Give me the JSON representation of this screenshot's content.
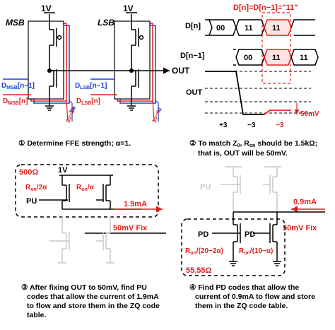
{
  "panel1": {
    "vdd": "1V",
    "msb": "MSB",
    "lsb": "LSB",
    "d_msb_n1": "D",
    "d_msb_n1_sub": "MSB",
    "d_msb_n1_tail": "[n−1]",
    "d_msb_n": "D",
    "d_msb_n_sub": "MSB",
    "d_msb_n_tail": "[n]",
    "d_lsb_n1": "D",
    "d_lsb_n1_sub": "LSB",
    "d_lsb_n1_tail": "[n−1]",
    "d_lsb_n": "D",
    "d_lsb_n_sub": "LSB",
    "d_lsb_n_tail": "[n]",
    "msb_alpha": "2α",
    "msb_rest": "20−2α",
    "lsb_alpha": "α",
    "lsb_rest": "10−α",
    "out": "OUT",
    "caption": "① Determine FFE strength; α=1."
  },
  "panel2": {
    "header": "D[n]=D[n−1]=\"11\"",
    "dn_label": "D[n]",
    "dn1_label": "D[n−1]",
    "dn_bits": [
      "00",
      "11",
      "11"
    ],
    "dn1_bits": [
      "00",
      "11",
      "11"
    ],
    "out_label": "OUT",
    "levels": [
      "+3",
      "−3",
      "−3"
    ],
    "level_50mv": "50mV",
    "caption_line1": "② To match Z",
    "caption_line1_sub": "0",
    "caption_line1_b": ", R",
    "caption_line1_sub2": "on",
    "caption_line1_c": " should be 1.5kΩ;",
    "caption_line2": "that is, OUT will be 50mV."
  },
  "panel3": {
    "res": "500Ω",
    "vdd": "1V",
    "ron1": "R",
    "ron1_sub": "on",
    "ron1_tail": "/2α",
    "ron2": "R",
    "ron2_sub": "on",
    "ron2_tail": "/α",
    "pu": "PU",
    "current": "1.9mA",
    "fix": "50mV Fix",
    "caption": [
      "③ After fixing OUT to 50mV, find PU",
      "codes that allow the current of 1.9mA",
      "to flow and store them in the ZQ code",
      "table."
    ]
  },
  "panel4": {
    "pu": "PU",
    "current": "0.9mA",
    "fix": "50mV Fix",
    "pd": "PD",
    "ron1": "R",
    "ron1_sub": "on",
    "ron1_tail": "/(20−2α)",
    "ron2": "R",
    "ron2_sub": "on",
    "ron2_tail": "/(10−α)",
    "res": "55.55Ω",
    "caption": [
      "④ Find PD codes that allow the",
      "current of 0.9mA to flow and store",
      "them in the ZQ code table."
    ]
  },
  "colors": {
    "red": "#e0201c",
    "blue": "#1f3fd6",
    "gray": "#c8c8c8",
    "black": "#000000"
  }
}
